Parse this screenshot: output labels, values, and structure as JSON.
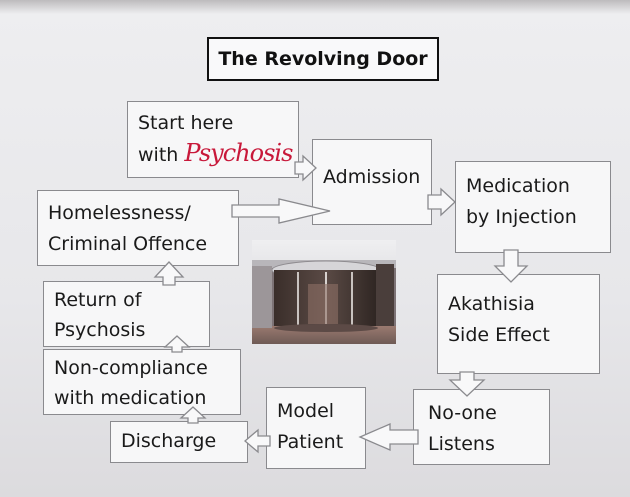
{
  "title": "The Revolving Door",
  "start": {
    "line1": "Start here",
    "line2_prefix": "with ",
    "line2_word": "Psychosis"
  },
  "admission": "Admission",
  "medication": {
    "line1": "Medication",
    "line2": "by Injection"
  },
  "homelessness": {
    "line1": "Homelessness/",
    "line2": "Criminal Offence"
  },
  "akathisia": {
    "line1": "Akathisia",
    "line2": "Side Effect"
  },
  "return_psychosis": {
    "line1": "Return of",
    "line2": "Psychosis"
  },
  "noncompliance": {
    "line1": "Non-compliance",
    "line2": "with medication"
  },
  "noone": {
    "line1": "No-one",
    "line2": "Listens"
  },
  "model": {
    "line1": "Model",
    "line2": "Patient"
  },
  "discharge": "Discharge",
  "colors": {
    "psychosis_text": "#c8183a",
    "box_border": "#8a8a8e",
    "title_border": "#111111"
  }
}
